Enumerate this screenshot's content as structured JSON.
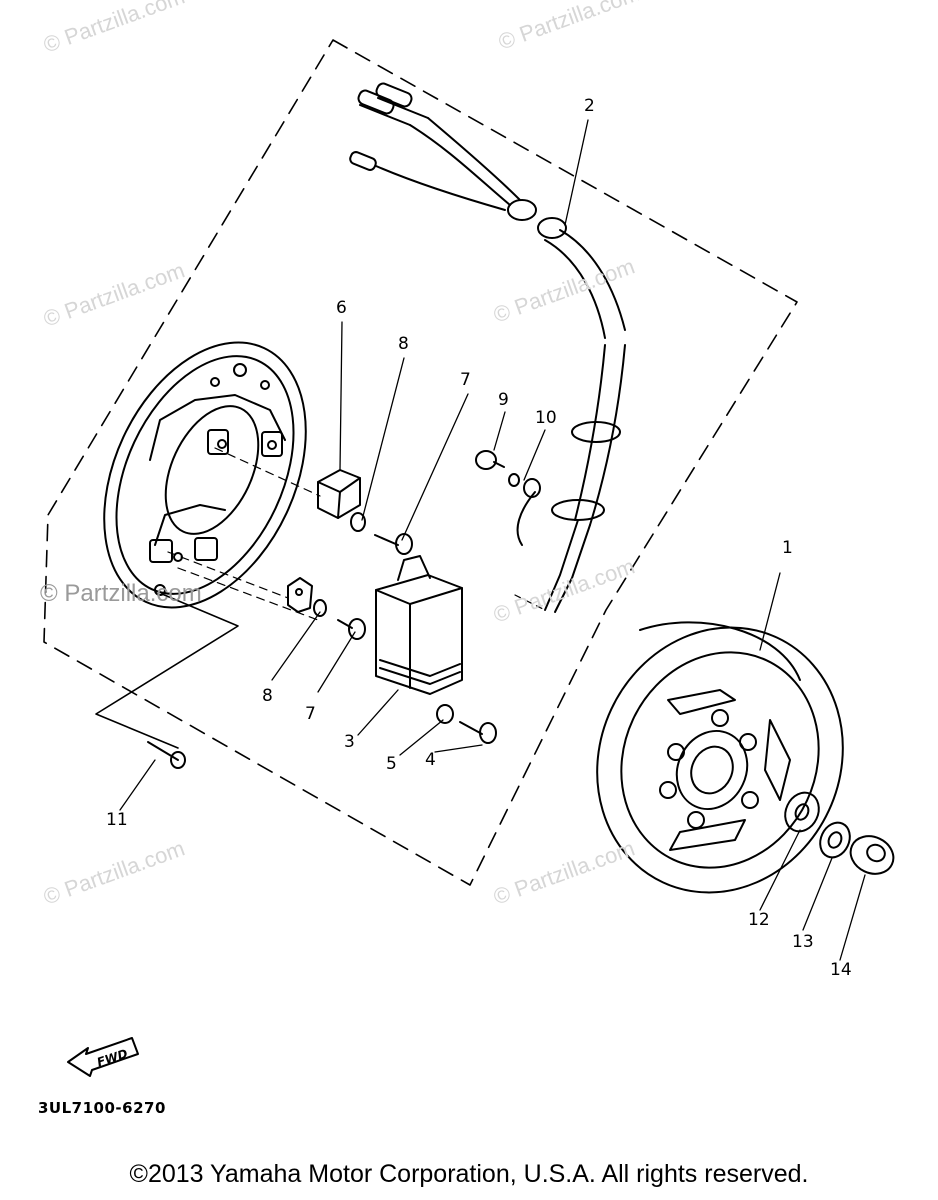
{
  "watermark": "© Partzilla.com",
  "callouts": {
    "p1": "1",
    "p2": "2",
    "p3": "3",
    "p4": "4",
    "p5": "5",
    "p6": "6",
    "p7a": "7",
    "p7b": "7",
    "p8a": "8",
    "p8b": "8",
    "p9": "9",
    "p10": "10",
    "p11": "11",
    "p12": "12",
    "p13": "13",
    "p14": "14"
  },
  "fwd_label": "FWD",
  "diagram_code": "3UL7100-6270",
  "copyright": "©2013 Yamaha Motor Corporation, U.S.A. All rights reserved."
}
